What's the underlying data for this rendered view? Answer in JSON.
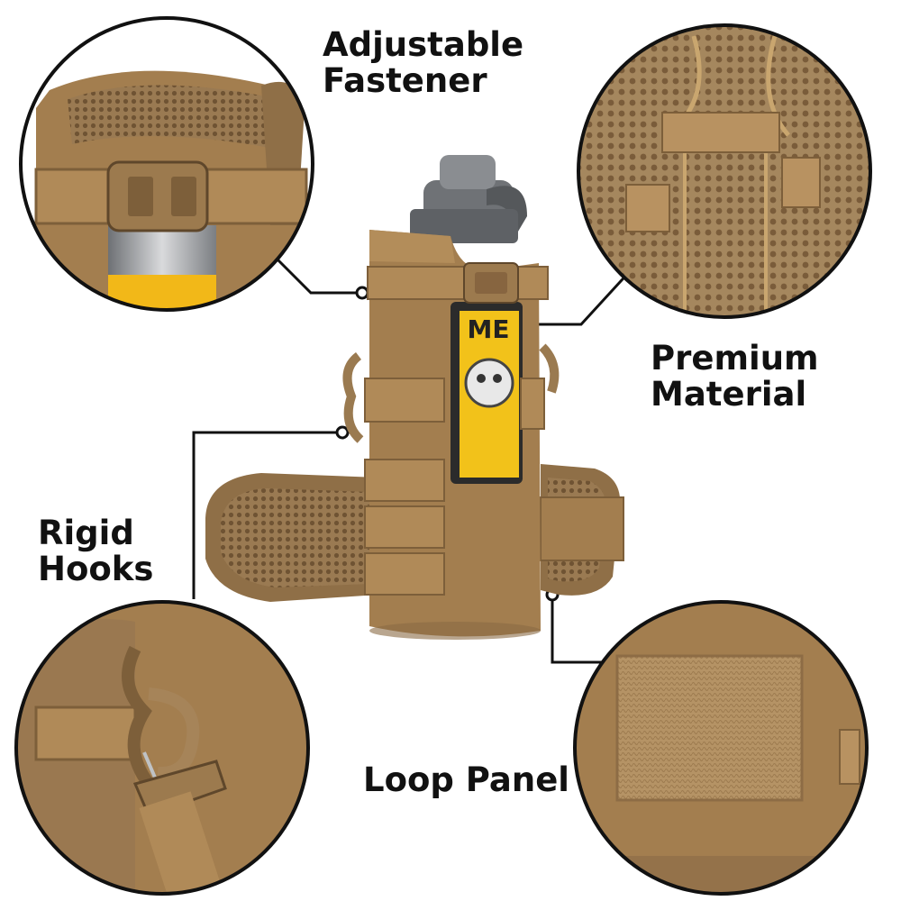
{
  "labels": {
    "adjustable_fastener": [
      "Adjustable",
      "Fastener"
    ],
    "premium_material": [
      "Premium",
      "Material"
    ],
    "rigid_hooks": [
      "Rigid",
      "Hooks"
    ],
    "loop_panel": [
      "Loop Panel"
    ]
  },
  "product": {
    "bottle_label_text": "ME"
  },
  "colors": {
    "fabric": "#a37e4f",
    "fabric_dark": "#7d5f3a",
    "fabric_light": "#bb9866",
    "mesh": "#8a6a45",
    "bottle_cap": "#7a7d80",
    "label_yellow": "#f2c21a",
    "callout_line": "#111111"
  }
}
